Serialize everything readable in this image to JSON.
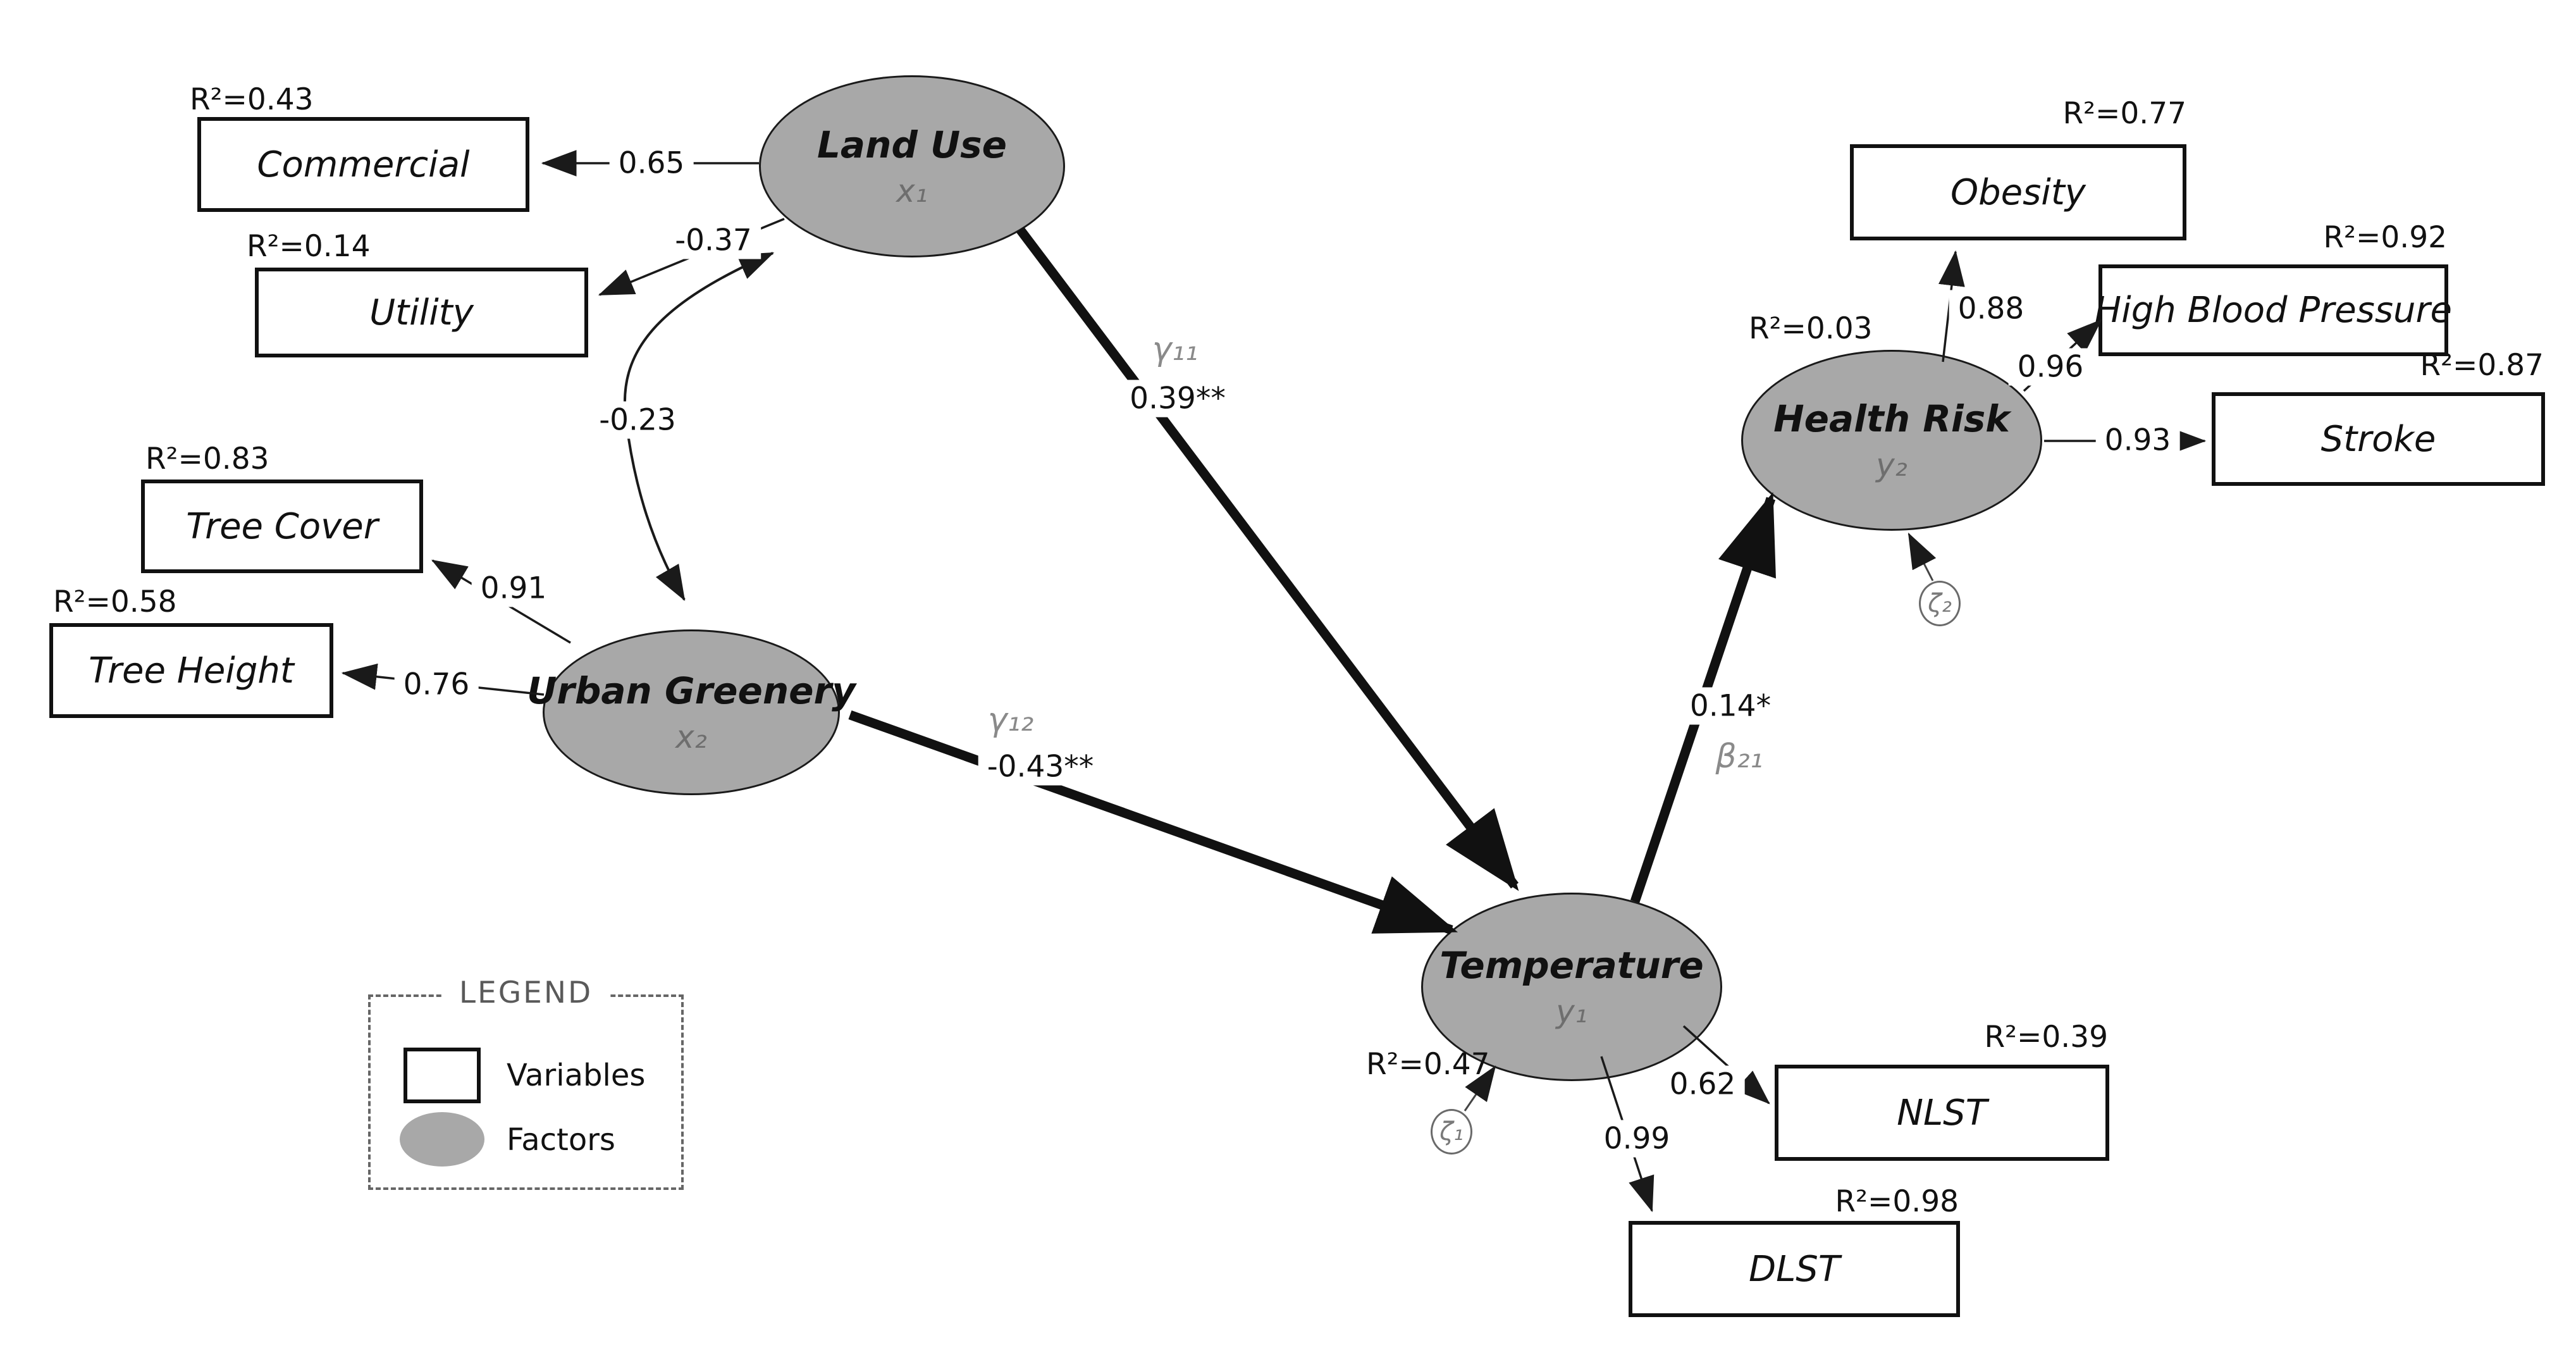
{
  "factors": {
    "land_use": {
      "name": "Land Use",
      "symbol": "x₁"
    },
    "urban_greenery": {
      "name": "Urban Greenery",
      "symbol": "x₂"
    },
    "temperature": {
      "name": "Temperature",
      "symbol": "y₁",
      "r2": "R²=0.47"
    },
    "health_risk": {
      "name": "Health Risk",
      "symbol": "y₂",
      "r2": "R²=0.03"
    }
  },
  "indicators": {
    "commercial": {
      "label": "Commercial",
      "r2": "R²=0.43",
      "loading": "0.65"
    },
    "utility": {
      "label": "Utility",
      "r2": "R²=0.14",
      "loading": "-0.37"
    },
    "tree_cover": {
      "label": "Tree Cover",
      "r2": "R²=0.83",
      "loading": "0.91"
    },
    "tree_height": {
      "label": "Tree Height",
      "r2": "R²=0.58",
      "loading": "0.76"
    },
    "obesity": {
      "label": "Obesity",
      "r2": "R²=0.77",
      "loading": "0.88"
    },
    "high_blood_pressure": {
      "label": "High Blood Pressure",
      "r2": "R²=0.92",
      "loading": "0.96"
    },
    "stroke": {
      "label": "Stroke",
      "r2": "R²=0.87",
      "loading": "0.93"
    },
    "nlst": {
      "label": "NLST",
      "r2": "R²=0.39",
      "loading": "0.62"
    },
    "dlst": {
      "label": "DLST",
      "r2": "R²=0.98",
      "loading": "0.99"
    }
  },
  "structural_paths": {
    "gamma11": {
      "symbol": "γ₁₁",
      "value": "0.39**"
    },
    "gamma12": {
      "symbol": "γ₁₂",
      "value": "-0.43**"
    },
    "beta21": {
      "symbol": "β₂₁",
      "value": "0.14*"
    },
    "covariance": {
      "value": "-0.23"
    }
  },
  "error_terms": {
    "zeta1": "ζ₁",
    "zeta2": "ζ₂"
  },
  "legend": {
    "title": "LEGEND",
    "variables_label": "Variables",
    "factors_label": "Factors"
  },
  "colors": {
    "factor_fill": "#a8a8a8",
    "line": "#1a1a1a",
    "symbol_gray": "#8a8a8a",
    "background": "#ffffff"
  }
}
